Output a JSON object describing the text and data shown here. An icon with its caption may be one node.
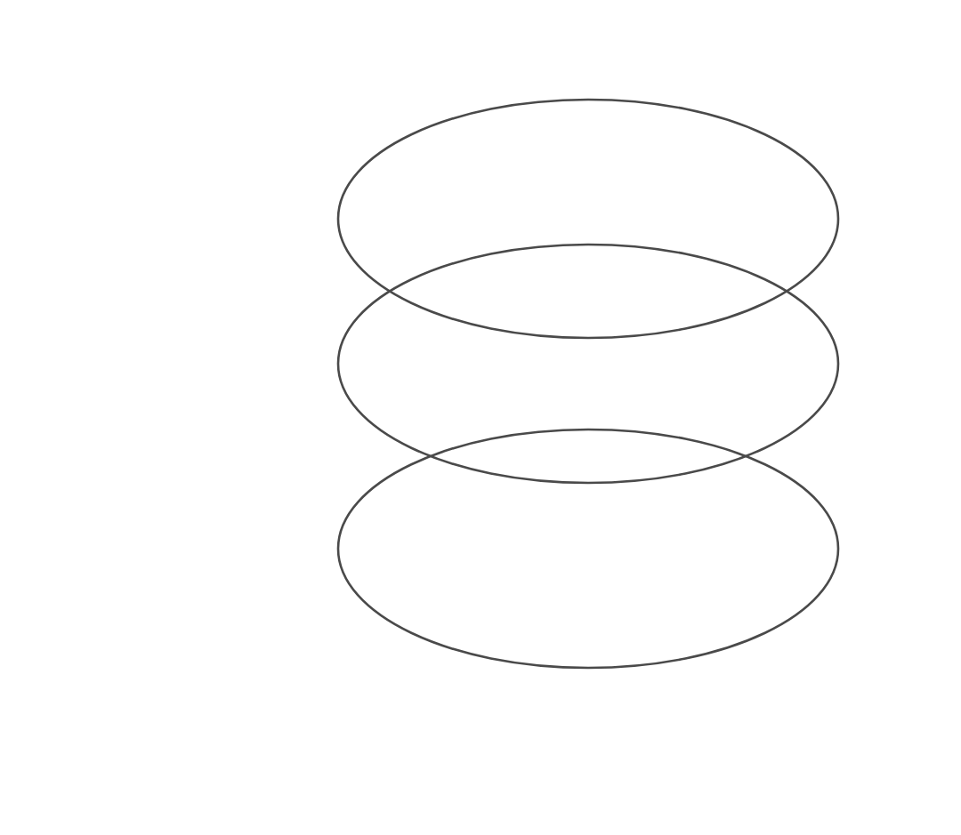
{
  "diagram": {
    "nodes": [
      {
        "text": [],
        "shape": "ellipse"
      },
      {
        "text": [],
        "shape": "ellipse"
      },
      {
        "text": [],
        "shape": "ellipse"
      }
    ]
  }
}
